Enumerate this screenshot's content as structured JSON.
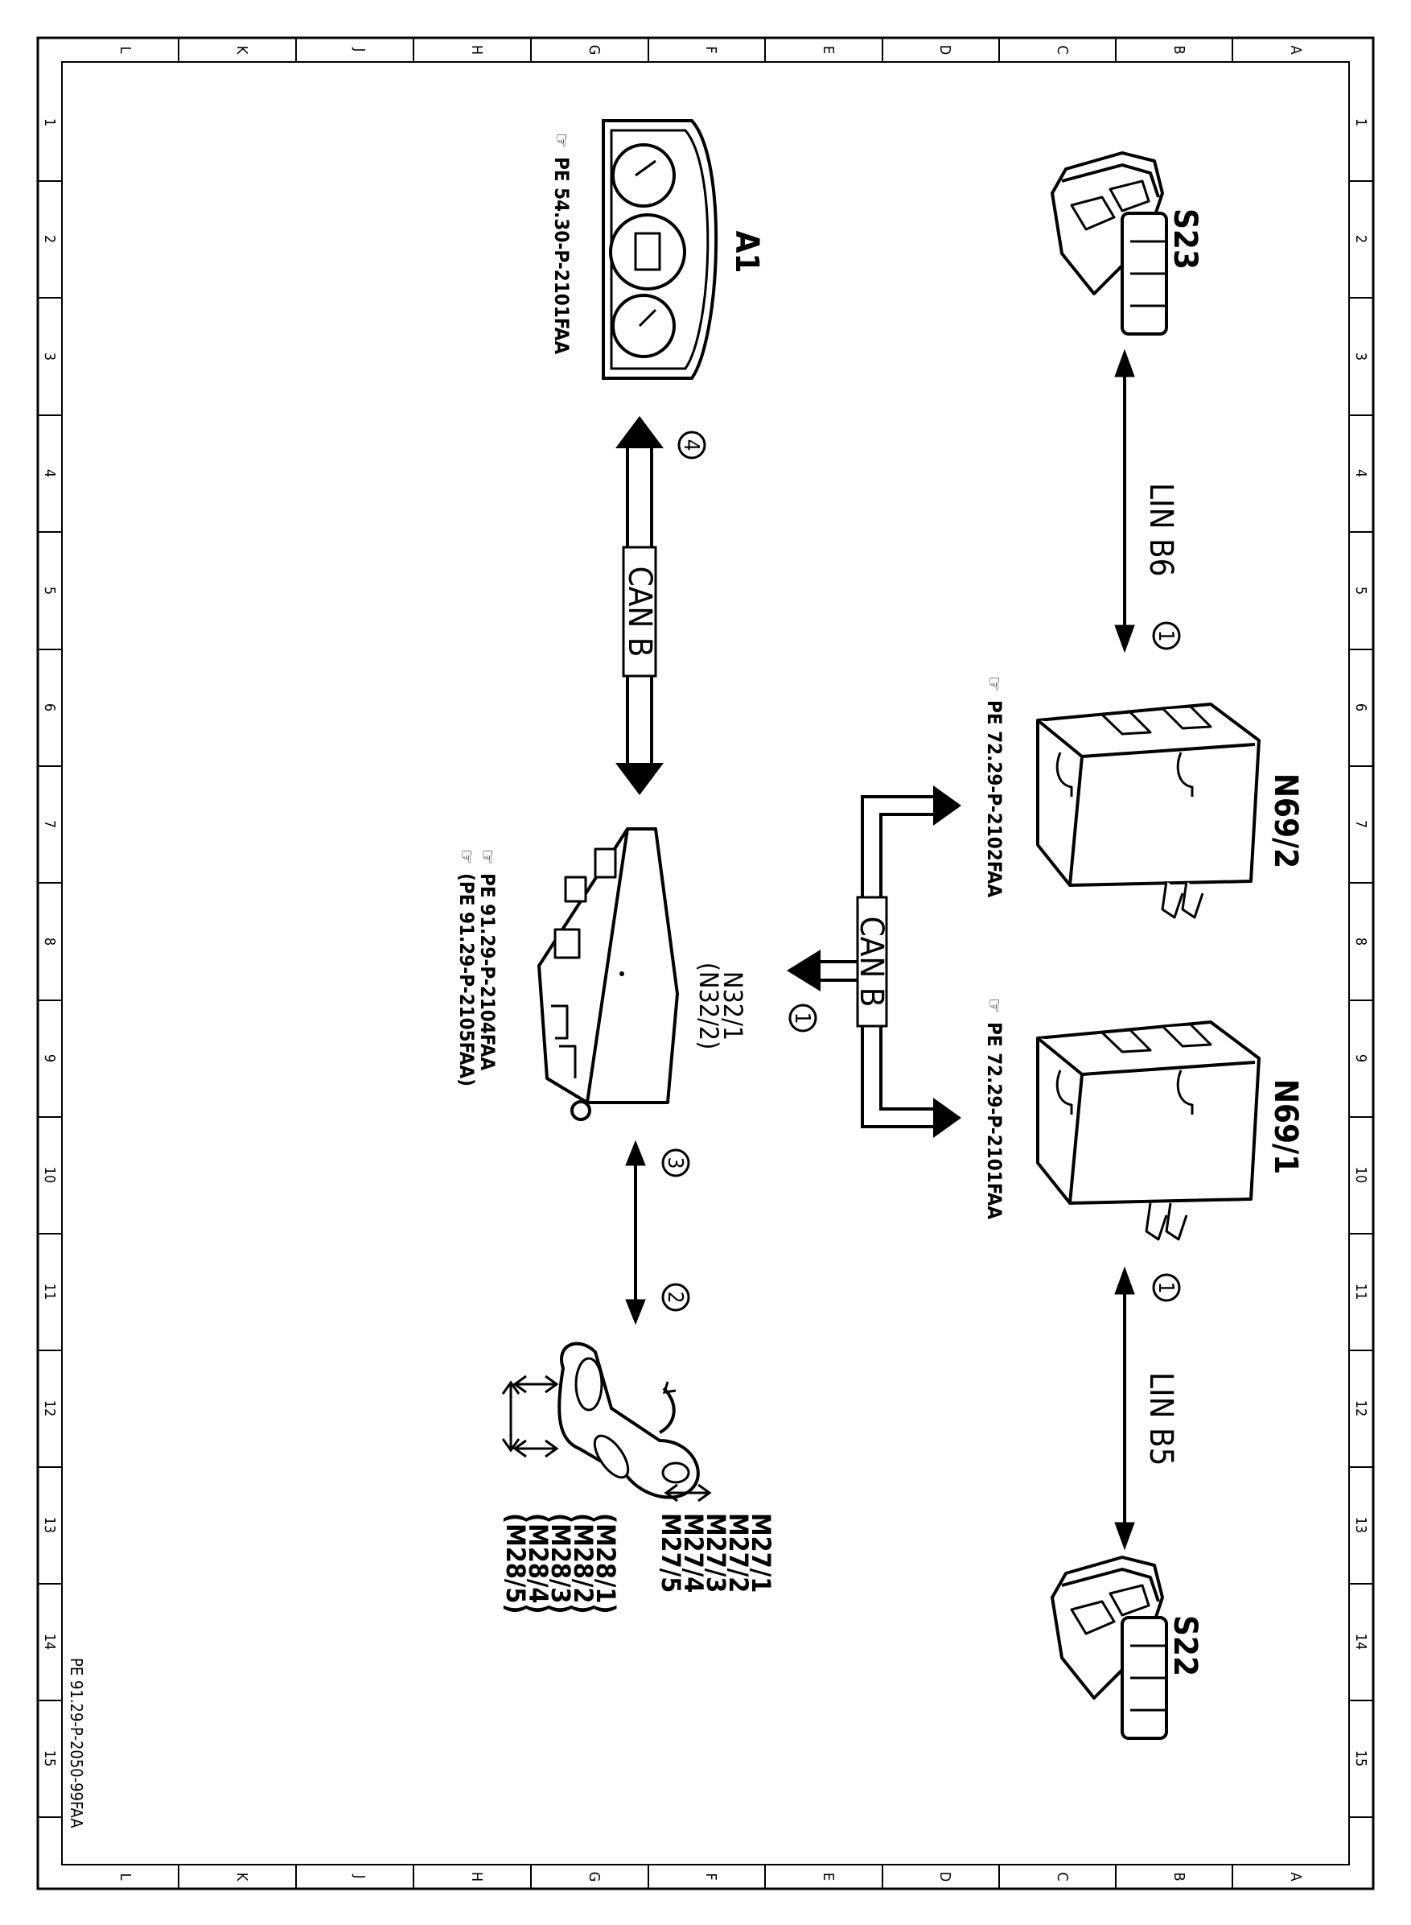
{
  "grid": {
    "col_letters": [
      "L",
      "K",
      "J",
      "H",
      "G",
      "F",
      "E",
      "D",
      "C",
      "B",
      "A"
    ],
    "row_numbers": [
      "1",
      "2",
      "3",
      "4",
      "5",
      "6",
      "7",
      "8",
      "9",
      "10",
      "11",
      "12",
      "13",
      "14",
      "15"
    ]
  },
  "components": {
    "s23": {
      "label": "S23"
    },
    "s22": {
      "label": "S22"
    },
    "n69_2": {
      "label": "N69/2",
      "ref": "PE 72.29-P-2102FAA"
    },
    "n69_1": {
      "label": "N69/1",
      "ref": "PE 72.29-P-2101FAA"
    },
    "a1": {
      "label": "A1",
      "ref": "PE 54.30-P-2101FAA"
    },
    "n32": {
      "label": "N32/1",
      "label2": "(N32/2)",
      "ref1": "PE 91.29-P-2104FAA",
      "ref2": "(PE 91.29-P-2105FAA)"
    },
    "motors": {
      "labels": [
        "M27/1",
        "M27/2",
        "M27/3",
        "M27/4",
        "M27/5",
        "(M28/1)",
        "(M28/2)",
        "(M28/3)",
        "(M28/4)",
        "(M28/5)"
      ]
    }
  },
  "buses": {
    "lin_b6": "LIN B6",
    "lin_b5": "LIN B5",
    "can_b_left": "CAN B",
    "can_b_right": "CAN B"
  },
  "markers": {
    "m1a": "1",
    "m1b": "1",
    "m1c": "1",
    "m2": "2",
    "m3": "3",
    "m4": "4"
  },
  "document_id": "PE 91.29-P-2050-99FAA"
}
